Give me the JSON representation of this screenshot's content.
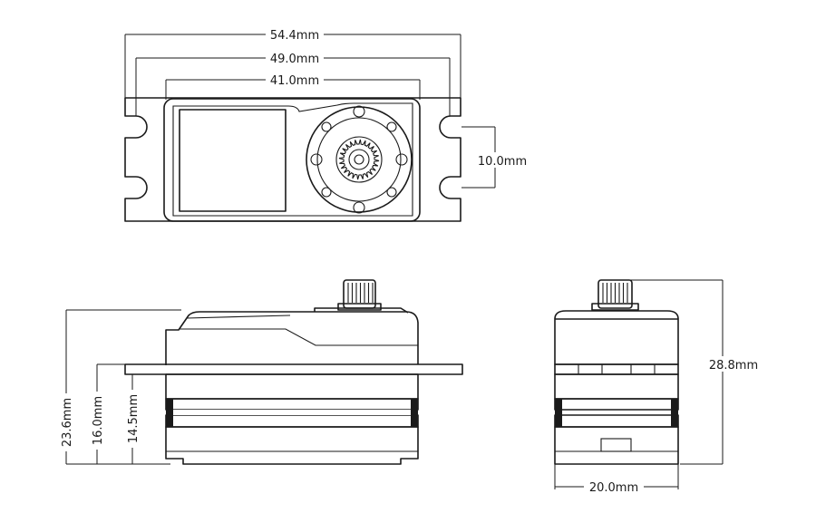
{
  "dimensions": {
    "top_overall_width": "54.4mm",
    "top_mount_hole_spacing": "49.0mm",
    "top_case_width": "41.0mm",
    "top_hole_pitch": "10.0mm",
    "side_total_height": "23.6mm",
    "side_flange_height": "16.0mm",
    "side_lower_height": "14.5mm",
    "end_total_height": "28.8mm",
    "end_width": "20.0mm"
  }
}
